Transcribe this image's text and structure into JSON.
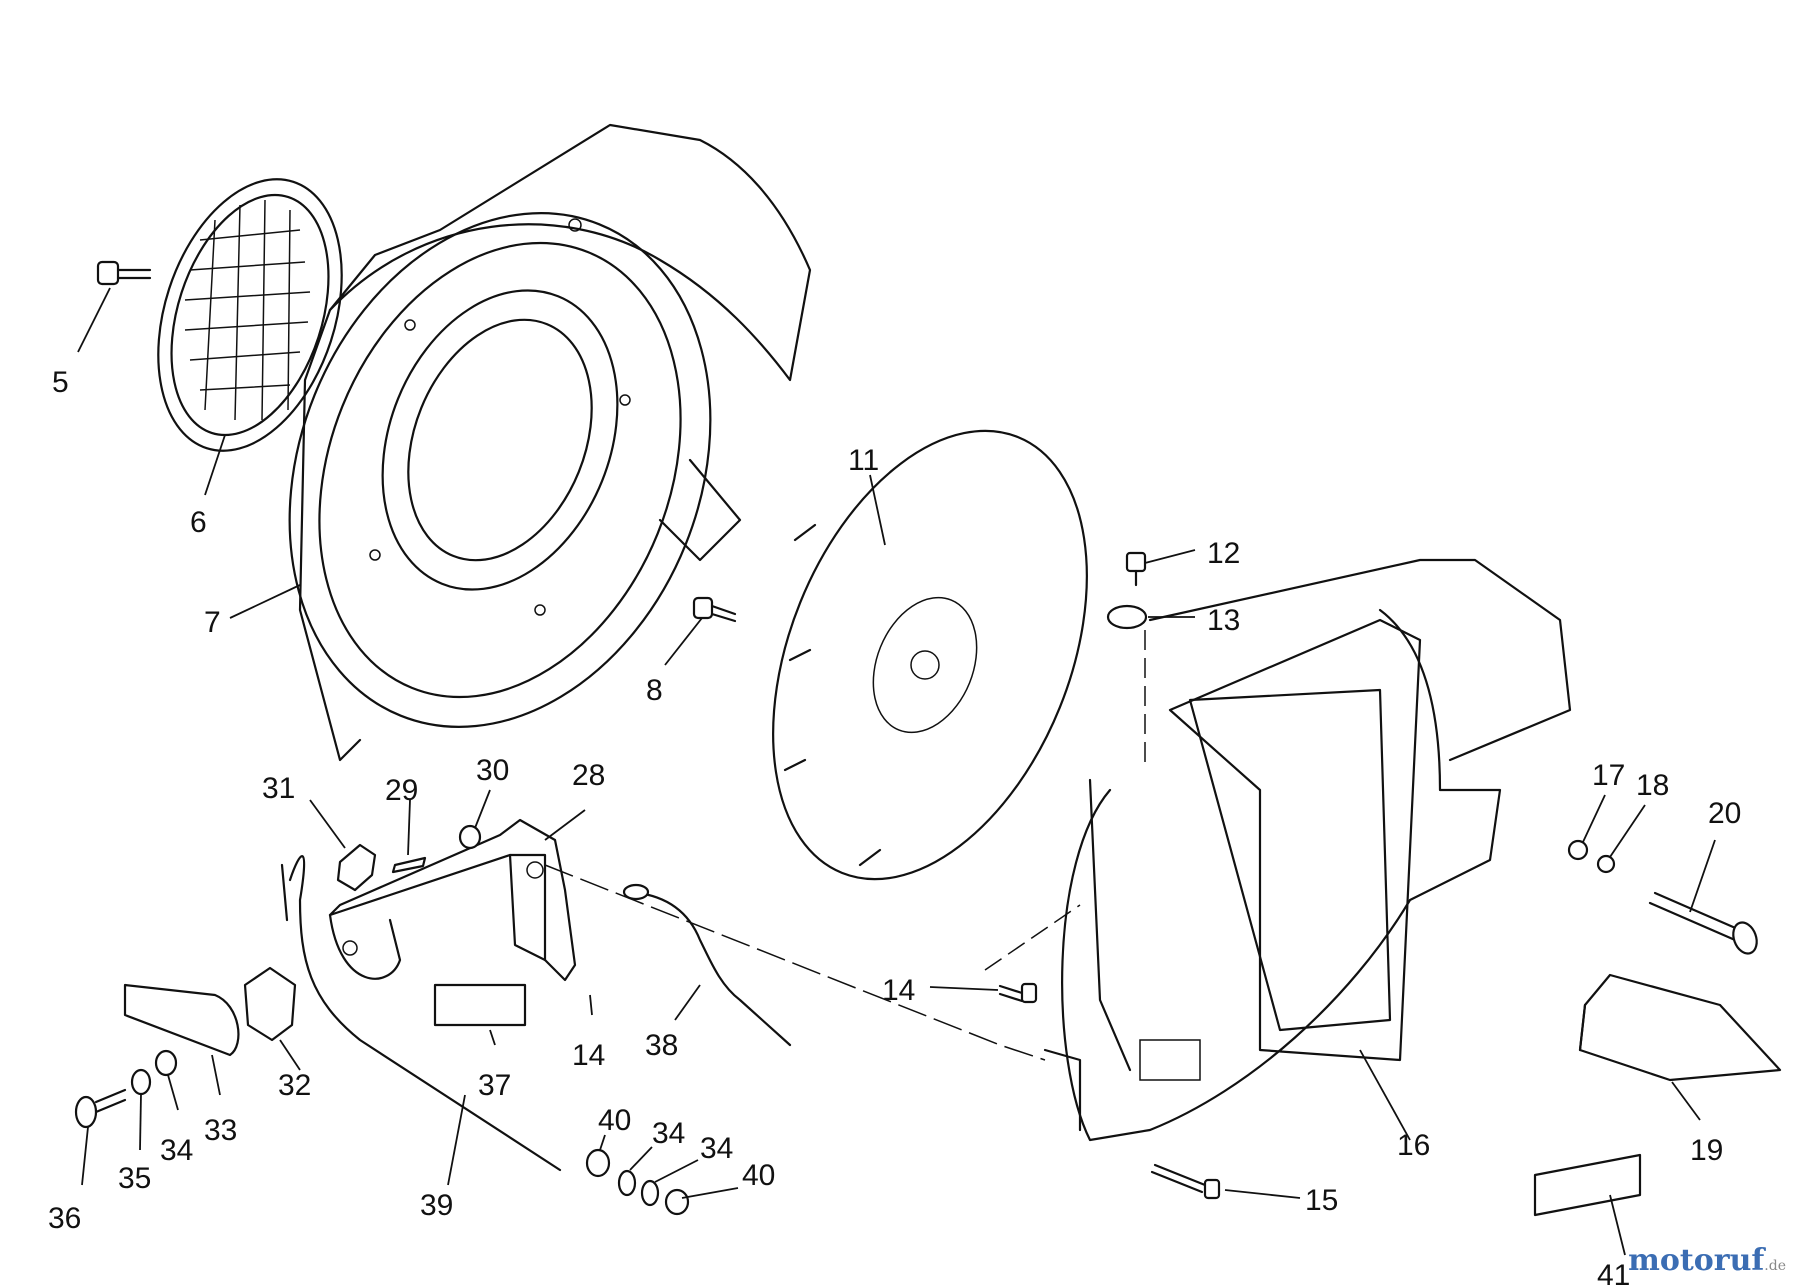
{
  "callouts": {
    "c5": "5",
    "c6": "6",
    "c7": "7",
    "c8": "8",
    "c11": "11",
    "c12": "12",
    "c13": "13",
    "c14a": "14",
    "c14b": "14",
    "c15": "15",
    "c16": "16",
    "c17": "17",
    "c18": "18",
    "c19": "19",
    "c20": "20",
    "c28": "28",
    "c29": "29",
    "c30": "30",
    "c31": "31",
    "c32": "32",
    "c33": "33",
    "c34a": "34",
    "c34b": "34",
    "c34c": "34",
    "c35": "35",
    "c36": "36",
    "c37": "37",
    "c38": "38",
    "c39": "39",
    "c40a": "40",
    "c40b": "40",
    "c41": "41"
  },
  "watermark": {
    "brand": "motoruf",
    "tld": ".de"
  },
  "colors": {
    "line": "#111111",
    "background": "#ffffff",
    "wm_m": "#3b6db3",
    "wm_o": "#d33b2c"
  }
}
